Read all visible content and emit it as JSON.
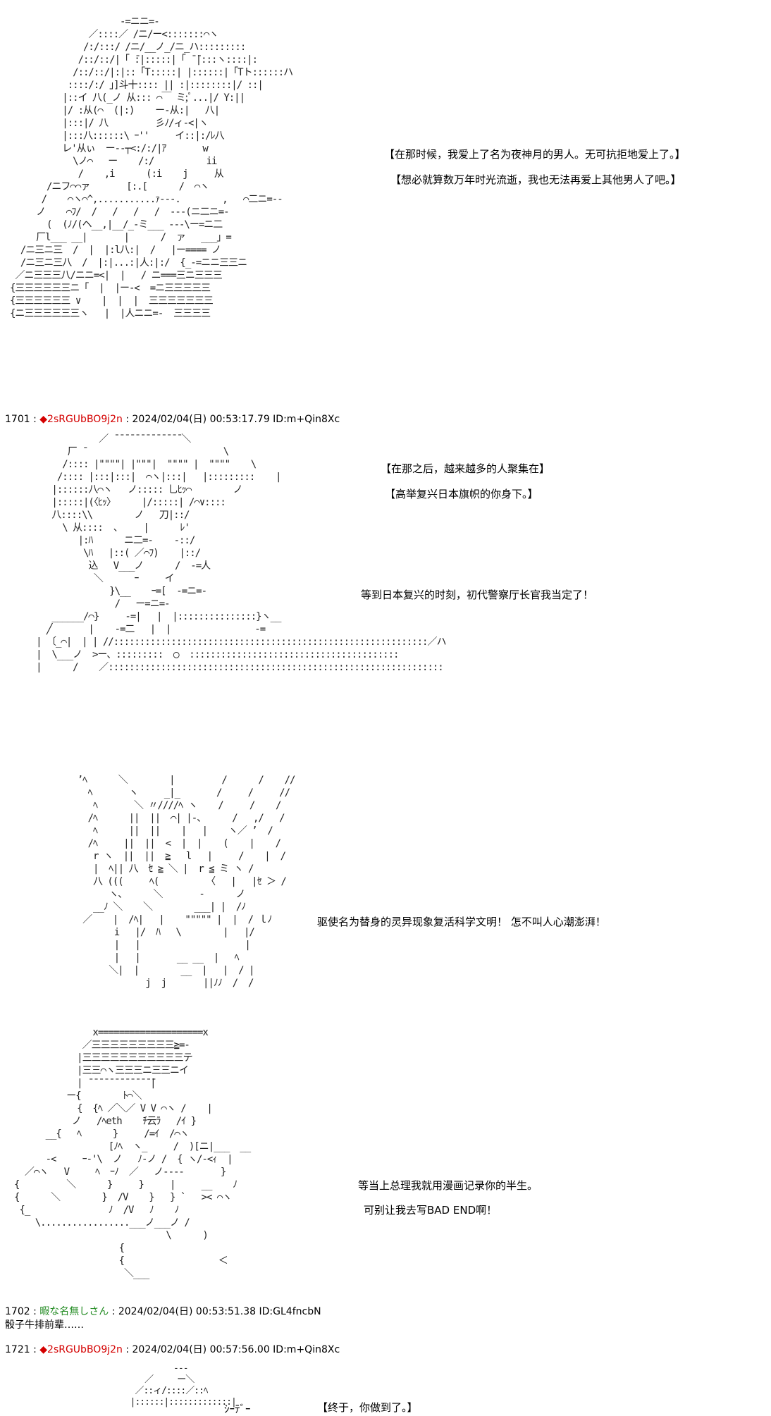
{
  "panel1": {
    "art": "                     -=ニニ=-\n               ／::::／ /ニ/ー<:::::::⌒ヽ\n              /:/:::/ /ニ/__ノ_/ニ_ハ:::::::::\n             /::/::/|「 ̄:|:::::|「 ̄ ̄|:::ヽ::::|:\n            /::/::/|:|::「T:::::| |::::::|「Tト::::::ハ\n           ::::/:/ 」]斗十:::: || :|::::::::|/ ::|\n          |::イ 八(_ノ 从::: ⌒￣ ミ;ﾟ...|/ Y:||\n          |/ :从(⌒  (|:)    ー-从:|   八|\n          |:::|/ 八         彡ﾉ/ィ-<|ヽ\n          |:::八::::::\\ ｰ''     イ::|:/ﾚ八\n          レ'从ぃ  ー--┬<:/:/|ｱ       w\n            \\ノ⌒   ー    /:/          ii\n             /    ,i      (:i    j     从\n       /ニフ⌒⌒ァ       [:.[      /  ⌒ヽ\n      /    ⌒ヽ⌒^,...........ｧ‐‐-.        ,   ⌒二ニ=‐-\n     ノ    ⌒ﾌ/  /   /   /   /  ---(ニ二ニ=‐\n       (  (ﾉ/(ヘ__,|__/_-ミ___ ---\\ー=ニ二\n     厂l___ __|       |      /  ァ   ___」=\n  /ニ三ニ三  /  |  |:l八:|  /   |ー==== ノ\n  /ニ三ニ三八  /  |:|...:|人:|:/  {_-=ニニ三三ニ\n ／ニ三三三八/ニニ=<|  |   / ニ===三ニ三三三\n{三三三三三三ニ「  |  |ー-<  =ニ三三三三三\n{三三三三三三 ∨    |  |  |  三三三三三三三\n{ニ三三三三三三ヽ   |  |人ニニ=-  三三三三",
    "lines": [
      "【在那时候，我爱上了名为夜神月的男人。无可抗拒地爱上了。】",
      "【想必就算数万年时光流逝，我也无法再爱上其他男人了吧。】"
    ]
  },
  "post1701": {
    "num": "1701 : ",
    "diamond": "◆",
    "trip": "2sRGUbBO9j2n",
    "rest": " : 2024/02/04(日) 00:53:17.79 ID:m+Qin8Xc"
  },
  "panel2": {
    "art": "                 ／ ̄ ̄ ̄ ̄ ̄ ̄ ̄ ̄ ̄ ̄ ̄ ̄ ̄ ＼\n           厂 ̄                           \\\n          /:::: |\"\"\"\"| |\"\"\"|  \"\"\"\" |  \"\"\"\"    \\\n         /:::: |:::|:::|  ⌒ヽ|:::|   |:::::::::    |\n        |::::::八⌒ヽ   ノ::::: 乚ﾋｯ⌒        ノ\n        |:::::|(〈ﾋｯ〉     |/:::::| /⌒∨::::\n        八::::\\\\        ノ   刀|::/\n          \\ 从::::  、    |      ﾚ'\n             |:ﾊ      ニ二=-    -::/\n              \\ﾊ   |::( ／⌒ﾌ)    |::/\n               込   V___ノ      /  -=人\n                ＼      ｰ     イ\n                   }\\__    ｰ=[  -=ニ=-\n                    /   ー=ニ=-\n        ______/⌒}     -=|   |  |:::::::::::::::}ヽ__\n       ╱       |    -=二   |  |                -=\n     | 〔_⌒|  | | //::::::::::::::::::::::::::::::::::::::::::::::::::::::::::::／ハ\n     |  \\___ノ  >ー、:::::::::  ◯  ::::::::::::::::::::::::::::::::::::::::\n     |      /    ／::::::::::::::::::::::::::::::::::::::::::::::::::::::::::::::::",
    "lines": [
      "【在那之后，越来越多的人聚集在】",
      "【高举复兴日本旗帜的你身下。】",
      "等到日本复兴的时刻，初代警察厅长官我当定了！"
    ]
  },
  "panel3": {
    "art": "    ’ﾍ      ＼        |         /      /    //\n      ﾍ       ヽ     _|_       /     /     //\n       ﾍ       ＼ 〃////ﾍ ヽ    /     /    /\n      /ﾍ      ||  ||  ⌒| |-、     /   ,/   /\n       ﾍ      ||  ||    |   |    ヽ／ ’  /\n      /ﾍ     ||  ||  <  |  |    (    |    /\n       r ヽ  ||  ||  ≧   l   |     /    |  /\n       |  ﾍ|| 八  ｾ ≧ ＼ |  r ≦ ミ ヽ /\n       八 (((     ﾍ(         〈   |   |ｾ ＞ /\n          ヽ、     ＼       -      ノ\n       __ﾉ ＼    ＼        ___| |  /ﾉ\n     ／    |  /ﾍ|   |    \"\"\"\"\" |  |  / ｌﾉ\n           i   |/  ﾊ   \\        |   |/\n           |   |                    |\n           |   |       __ __  |   ﾍ\n          ＼|  |        __  |   |  / |\n                 j  j       ||ﾉﾉ  /  /",
    "line": "驱使名为替身的灵异现象复活科学文明！  怎不叫人心潮澎湃！"
  },
  "panel4": {
    "art": "               x====================x\n             ／三三三三三三三三三≧=-\n            |三三三三三三三三三三三テ\n            |三三⌒ヽ三三三ニ三三ニイ\n            | ̄ ̄ ̄ ̄ ̄ ̄ ̄ ̄ ̄ ̄ ̄ ̄ ̄|\n          ー{        ﾄ⌒＼\n            {  {ﾍ ／＼／ V V ⌒ヽ /    |\n           ノ   /ﾍeth    ﾁ云ﾗ   /ｲ }\n      __{   ﾍ      }     /=ｲ  /⌒ヽ\n                  [ﾉﾍ  ヽ_     /  )[ニ|___  __\n      -<     ｰ-'\\  ノ   ﾉ-ノ /  { ヽ/-<ｨ  |\n  ／⌒ヽ   V     ﾍ  ｰﾉ  ／   ノ----       }\n{         ＼      }     }     |     __    ﾉ\n{      ＼        }  /V    }   } `   >< ⌒ヽ\n {_               ﾉ  /V   ﾉ    ﾉ\n    \\.................___ノ___ノ /\n                             \\      )\n                    {\n                    {                  ＜\n                     ＼___",
    "lines": [
      "等当上总理我就用漫画记录你的半生。",
      "可别让我去写BAD END啊！"
    ]
  },
  "post1702": {
    "num": "1702 : ",
    "name": "暇な名無しさん",
    "rest": " : 2024/02/04(日) 00:53:51.38 ID:GL4fncbN",
    "body": "骰子牛排前辈……"
  },
  "post1721": {
    "num": "1721 : ",
    "diamond": "◆",
    "trip": "2sRGUbBO9j2n",
    "rest": " : 2024/02/04(日) 00:57:56.00 ID:m+Qin8Xc"
  },
  "panel5": {
    "art": "                 -‐-\n           ／     ー＼\n         ／::ィ/::::／::ﾍ\n        |::::::|:::::::::::::|",
    "bubble": "ｼｰﾃﾞｰ",
    "line": "【终于，你做到了。】"
  }
}
